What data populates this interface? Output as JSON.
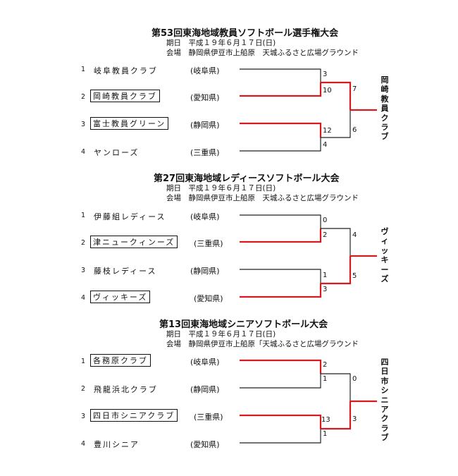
{
  "tournaments": [
    {
      "title": "第53回東海地域教員ソフトボール選手権大会",
      "date_line": "期日　平成１９年６月１７日(日)",
      "venue_line": "会場　静岡県伊豆市上船原　天城ふるさと広場グラウンド",
      "teams": [
        {
          "no": "1",
          "name": "岐阜教員クラブ",
          "pref": "(岐阜県)",
          "boxed": false
        },
        {
          "no": "2",
          "name": "岡崎教員クラブ",
          "pref": "(愛知県)",
          "boxed": true
        },
        {
          "no": "3",
          "name": "富士教員グリーン",
          "pref": "(静岡県)",
          "boxed": true
        },
        {
          "no": "4",
          "name": "ヤンローズ",
          "pref": "(三重県)",
          "boxed": false
        }
      ],
      "scores": {
        "m1_top": "3",
        "m1_bottom": "10",
        "m2_top": "12",
        "m2_bottom": "4",
        "final_top": "7",
        "final_bottom": "6"
      },
      "winner": "岡崎教員クラブ"
    },
    {
      "title": "第27回東海地域レディースソフトボール大会",
      "date_line": "期日　平成１９年６月１７日(日)",
      "venue_line": "会場　静岡県伊豆市上船原　天城ふるさと広場グラウンド",
      "teams": [
        {
          "no": "1",
          "name": "伊藤組レディース",
          "pref": "(岐阜県)",
          "boxed": false
        },
        {
          "no": "2",
          "name": "津ニュークィンーズ",
          "pref": "(三重県)",
          "boxed": true
        },
        {
          "no": "3",
          "name": "藤枝レディース",
          "pref": "(静岡県)",
          "boxed": false
        },
        {
          "no": "4",
          "name": "ヴィッキーズ",
          "pref": "(愛知県)",
          "boxed": true
        }
      ],
      "scores": {
        "m1_top": "0",
        "m1_bottom": "2",
        "m2_top": "1",
        "m2_bottom": "3",
        "final_top": "4",
        "final_bottom": "5"
      },
      "winner": "ヴィッキーズ"
    },
    {
      "title": "第13回東海地域シニアソフトボール大会",
      "date_line": "期日　平成１９年６月１７日(日)",
      "venue_line": "会場　静岡県伊豆市上船原「天城ふるさと広場グラウンド",
      "teams": [
        {
          "no": "1",
          "name": "各務原クラブ",
          "pref": "(岐阜県)",
          "boxed": true
        },
        {
          "no": "2",
          "name": "飛龍浜北クラブ",
          "pref": "(静岡県)",
          "boxed": false
        },
        {
          "no": "3",
          "name": "四日市シニアクラブ",
          "pref": "(三重県)",
          "boxed": true
        },
        {
          "no": "4",
          "name": "豊川シニア",
          "pref": "(愛知県)",
          "boxed": false
        }
      ],
      "scores": {
        "m1_top": "2",
        "m1_bottom": "1",
        "m2_top": "13",
        "m2_bottom": "1",
        "final_top": "0",
        "final_bottom": "3"
      },
      "winner": "四日市シニアクラブ"
    }
  ],
  "colors": {
    "line": "#222222",
    "win_line": "#d71920",
    "paper": "#ffffff"
  }
}
